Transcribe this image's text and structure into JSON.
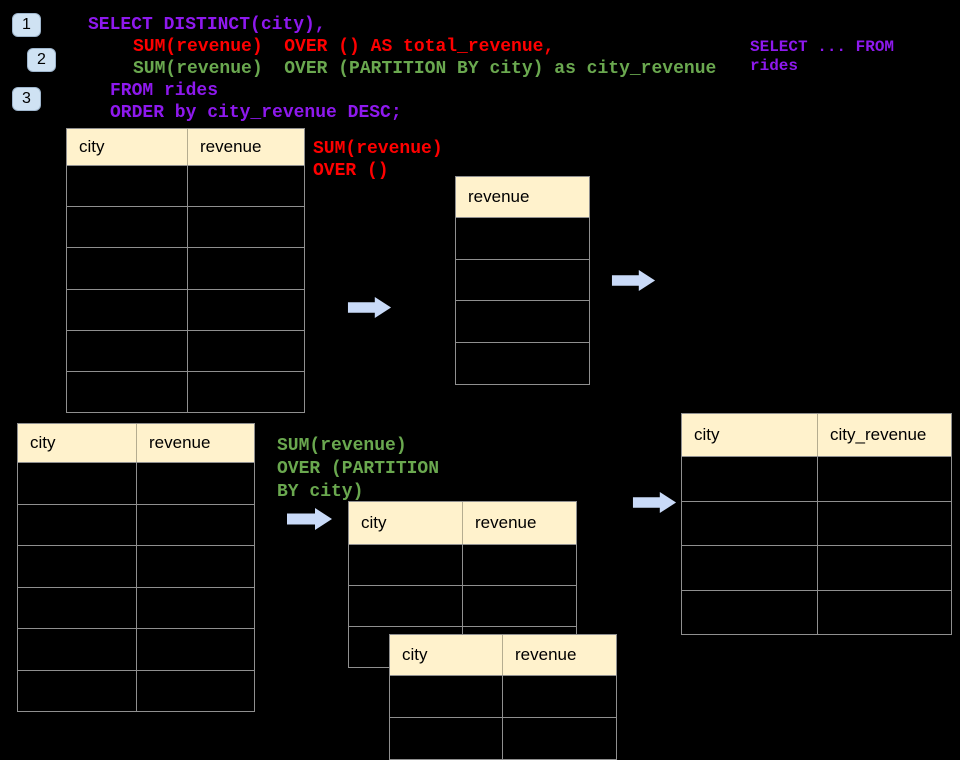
{
  "colors": {
    "background": "#000000",
    "sql_purple": "#8e19ee",
    "sql_red": "#ff0000",
    "sql_green": "#6aa84f",
    "table_header_fill": "#fff2cc",
    "table_border": "#8f8f8f",
    "arrow_blue": "#c9daf8",
    "badge_blue": "#cfe2f3"
  },
  "badges": [
    {
      "label": "1"
    },
    {
      "label": "2"
    },
    {
      "label": "3"
    }
  ],
  "sql_code": {
    "line1": "SELECT DISTINCT(city),",
    "line2": "SUM(revenue)  OVER () AS total_revenue,",
    "line3": "SUM(revenue)  OVER (PARTITION BY city) as city_revenue",
    "line4": "FROM rides",
    "line5": "ORDER by city_revenue DESC;"
  },
  "side_code": {
    "line1": "SELECT ... FROM",
    "line2": "rides"
  },
  "annotations": {
    "window_total": {
      "line1": "SUM(revenue)",
      "line2": "OVER ()"
    },
    "window_partition": {
      "line1": "SUM(revenue)",
      "line2": "OVER (PARTITION",
      "line3": "BY city)"
    }
  },
  "tables": {
    "source_top": {
      "headers": [
        "city",
        "revenue"
      ],
      "row_count": 6
    },
    "revenue_only": {
      "headers": [
        "revenue"
      ],
      "row_count": 4
    },
    "source_bottom": {
      "headers": [
        "city",
        "revenue"
      ],
      "row_count": 6
    },
    "result_city_revenue": {
      "headers": [
        "city",
        "city_revenue"
      ],
      "row_count": 4
    },
    "partition_step1": {
      "headers": [
        "city",
        "revenue"
      ],
      "row_count": 3
    },
    "partition_step2": {
      "headers": [
        "city",
        "revenue"
      ],
      "row_count": 2
    }
  }
}
